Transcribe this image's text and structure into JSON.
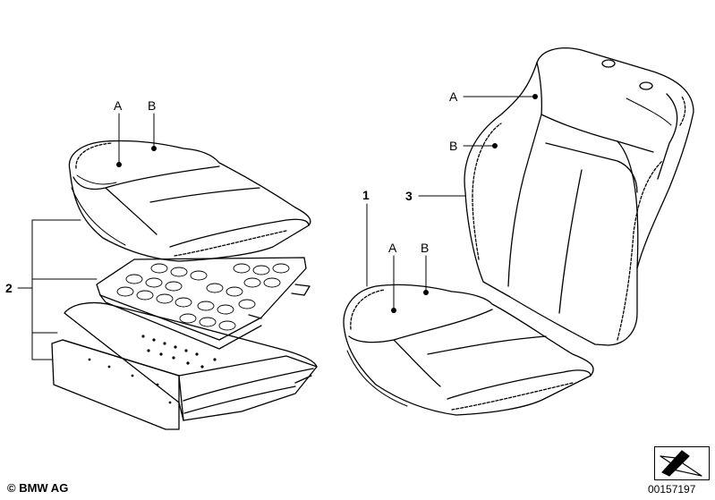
{
  "callouts": {
    "seat_left_a": "A",
    "seat_left_b": "B",
    "back_a": "A",
    "back_b": "B",
    "seat_right_a": "A",
    "seat_right_b": "B",
    "item_1": "1",
    "item_2": "2",
    "item_3": "3"
  },
  "footer": {
    "copyright": "© BMW AG",
    "doc_number": "00157197"
  },
  "colors": {
    "line": "#000000",
    "background": "#ffffff"
  },
  "icons": {
    "corner": "arrow-icon"
  }
}
